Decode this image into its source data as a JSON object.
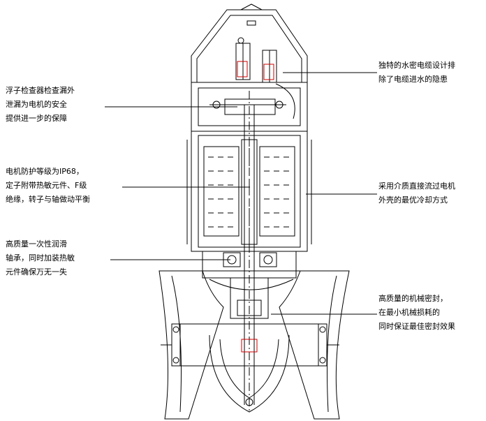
{
  "colors": {
    "line": "#000000",
    "background": "#ffffff",
    "accent_red": "#cc0000"
  },
  "annotations": {
    "float_switch": [
      "浮子检查器检查漏外",
      "泄漏为电机的安全",
      "提供进一步的保障"
    ],
    "motor_protection": [
      "电机防护等级为IP68，",
      "定子附带热敏元件、F级",
      "绝缘，转子与轴做动平衡"
    ],
    "bearing": [
      "高质量一次性润滑",
      "轴承，同时加装热敏",
      "元件确保万无一失"
    ],
    "cable_design": [
      "独特的水密电缆设计排",
      "除了电缆进水的隐患"
    ],
    "cooling": [
      "采用介质直接流过电机",
      "外壳的最优冷却方式"
    ],
    "mechanical_seal": [
      "高质量的机械密封，",
      "在最小机械损耗的",
      "同时保证最佳密封效果"
    ]
  }
}
